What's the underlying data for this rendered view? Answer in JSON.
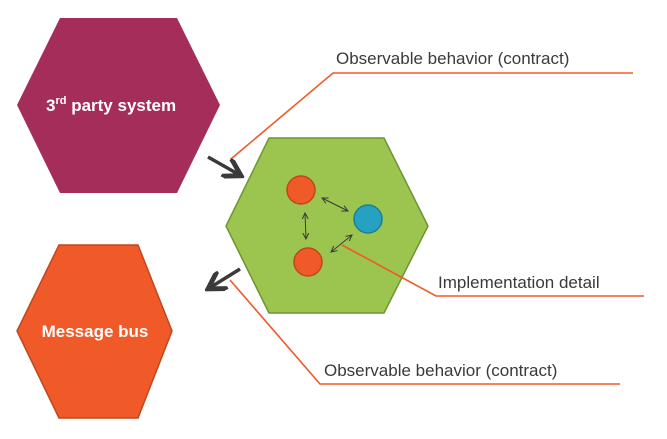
{
  "nodes": {
    "third_party": {
      "label_main": "3",
      "label_sup": "rd",
      "label_rest": " party system",
      "color": "#a52d5a"
    },
    "message_bus": {
      "label": "Message bus",
      "color": "#f05a28",
      "stroke": "#c0461e"
    },
    "domain": {
      "color": "#9bc54f",
      "stroke": "#6f9433"
    },
    "inner_nodes": [
      {
        "name": "inner-node-top",
        "color": "#f05a28"
      },
      {
        "name": "inner-node-right",
        "color": "#27a1c2"
      },
      {
        "name": "inner-node-bottom",
        "color": "#f05a28"
      }
    ]
  },
  "callouts": {
    "top": "Observable behavior (contract)",
    "middle": "Implementation detail",
    "bottom": "Observable behavior (contract)",
    "line_color": "#f05a28"
  },
  "arrow_color": "#3a3a3a"
}
